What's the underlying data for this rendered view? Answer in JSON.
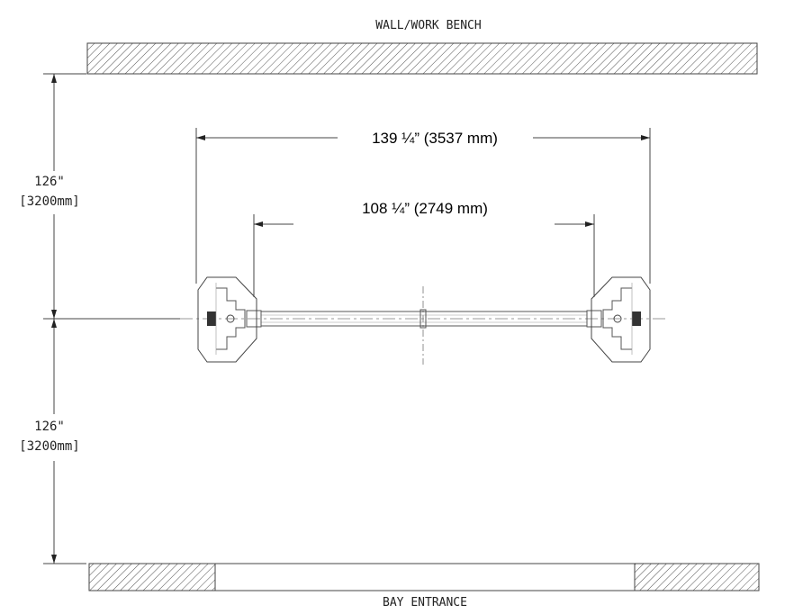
{
  "labels": {
    "top_wall": "WALL/WORK BENCH",
    "bottom_wall": "BAY ENTRANCE"
  },
  "dimensions": {
    "outer_width": "139 ¼” (3537 mm)",
    "inner_width": "108 ¼” (2749 mm)",
    "top_clearance_in": "126\"",
    "top_clearance_mm": "[3200mm]",
    "bottom_clearance_in": "126\"",
    "bottom_clearance_mm": "[3200mm]"
  }
}
